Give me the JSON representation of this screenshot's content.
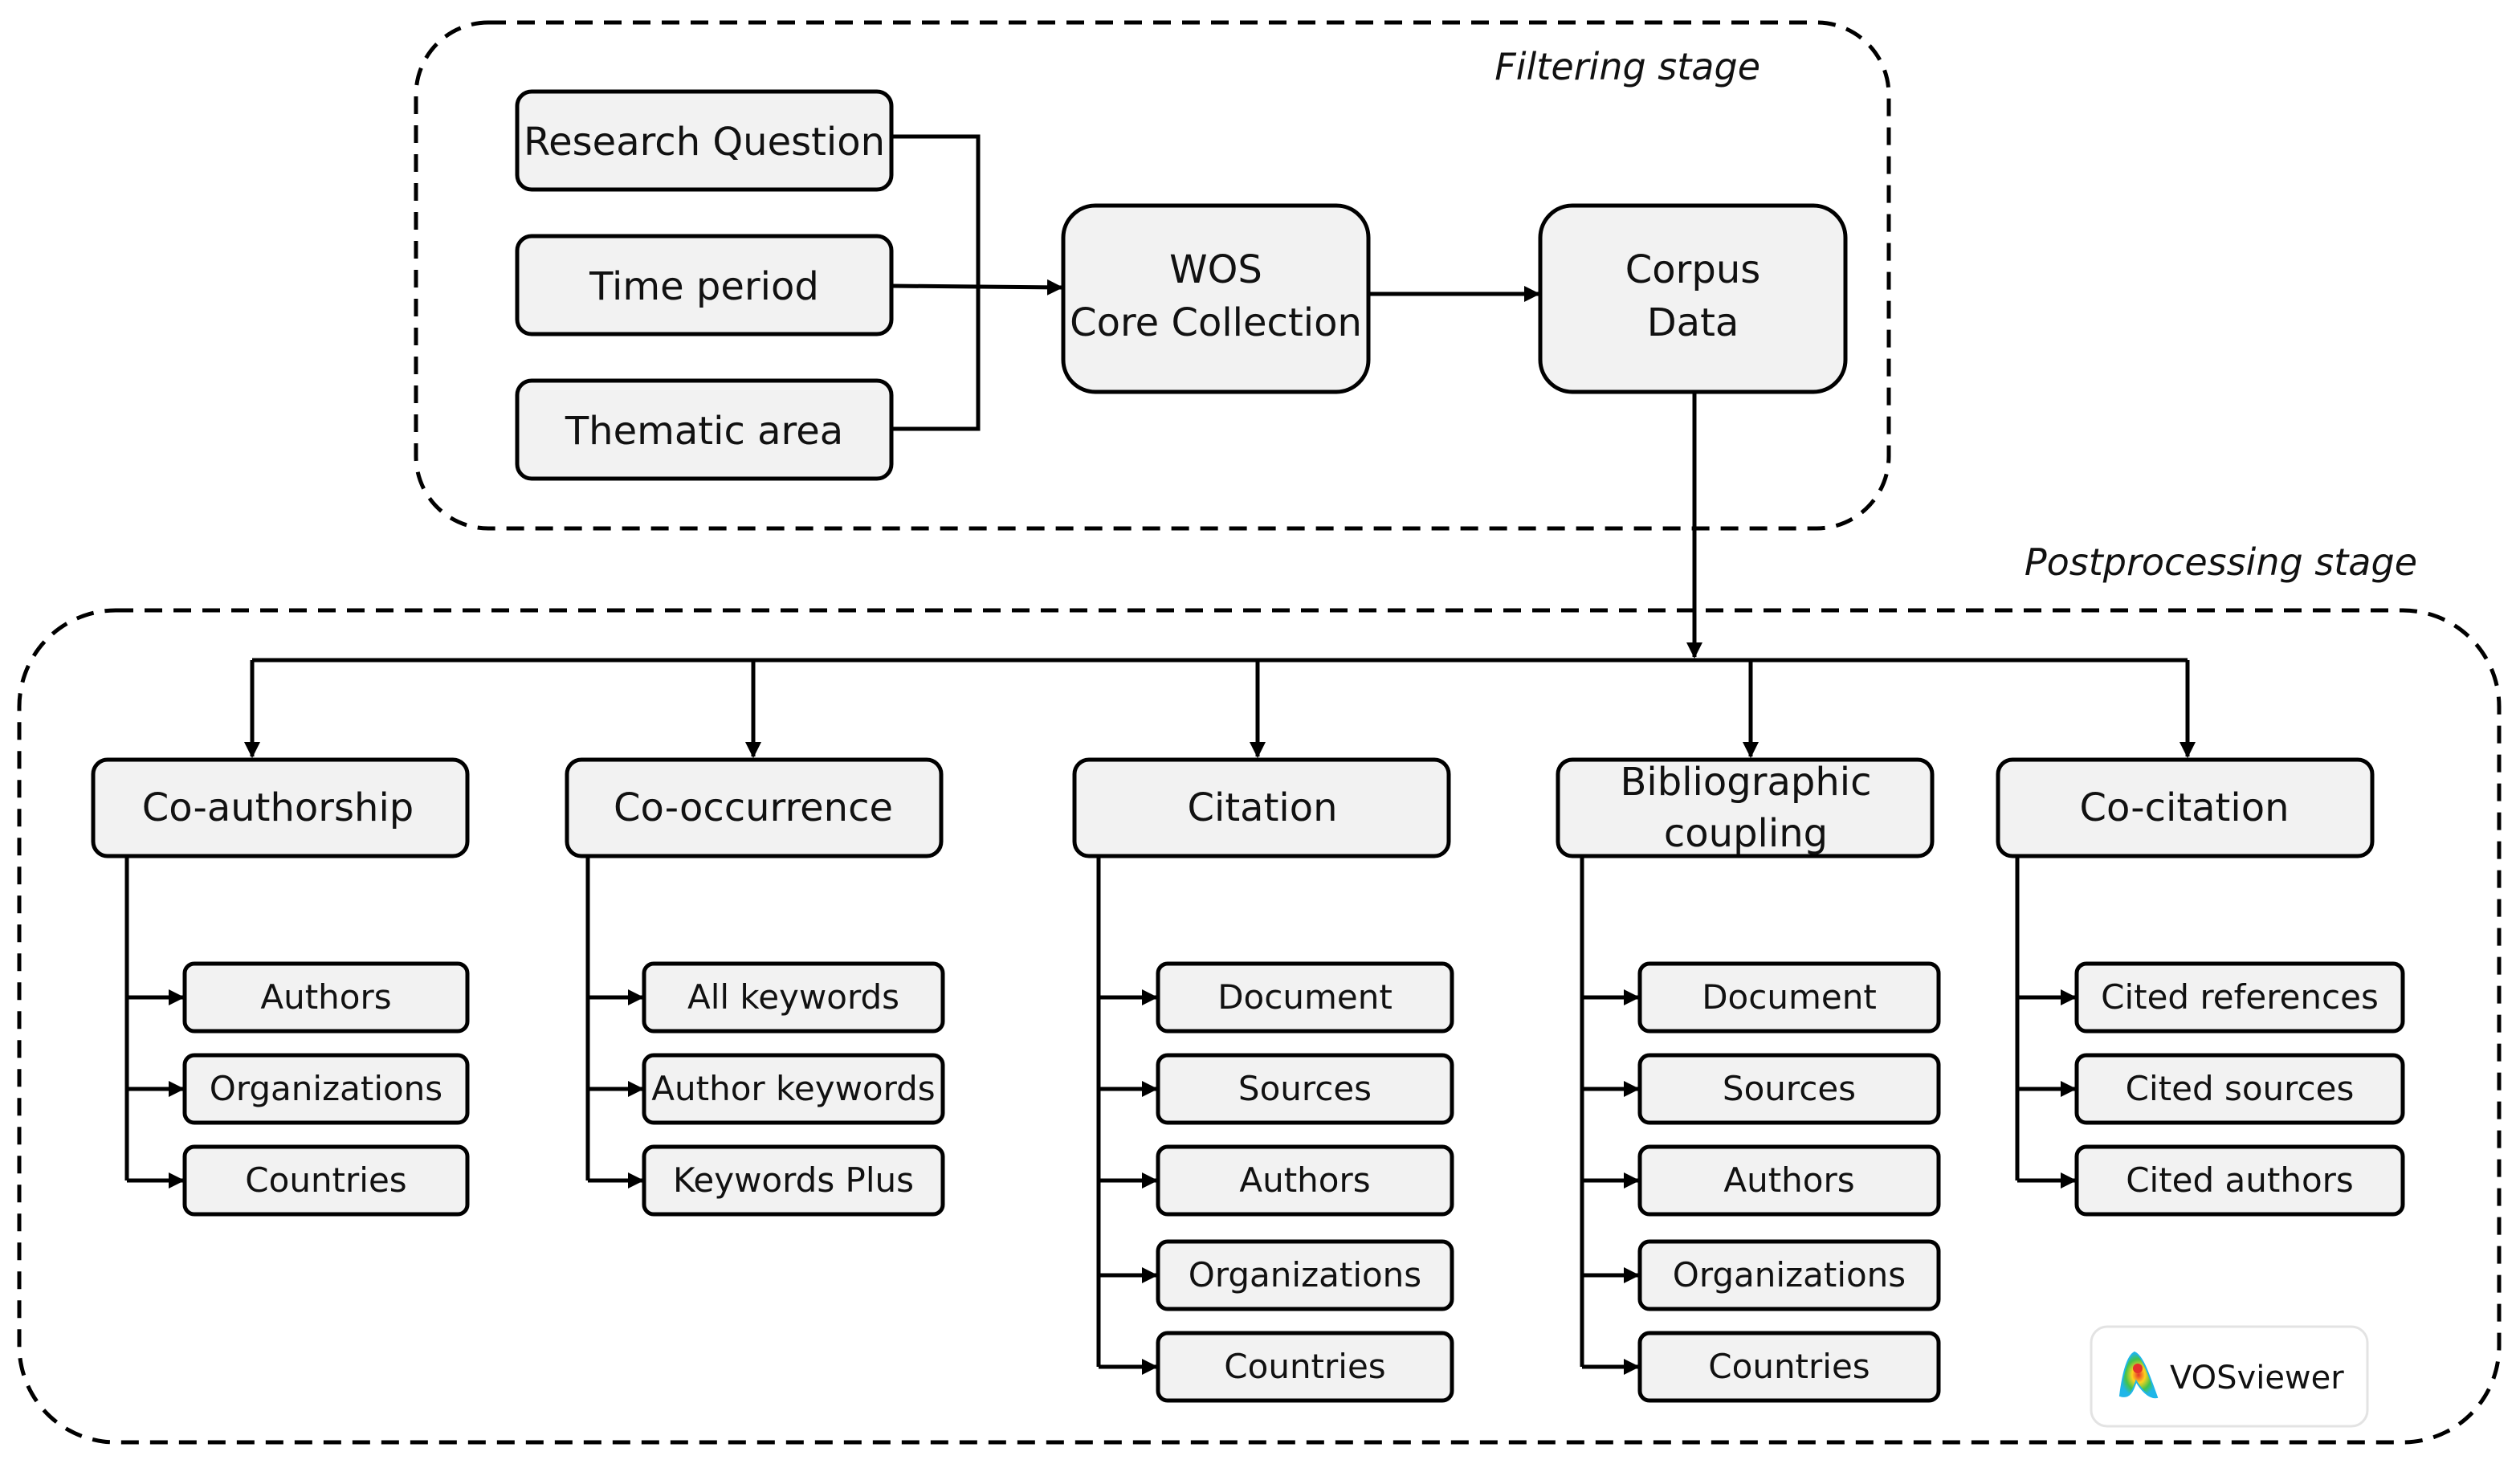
{
  "stages": {
    "filtering": "Filtering stage",
    "postprocessing": "Postprocessing stage"
  },
  "inputs": [
    "Research Question",
    "Time period",
    "Thematic area"
  ],
  "wos": [
    "WOS",
    "Core Collection"
  ],
  "corpus": [
    "Corpus",
    "Data"
  ],
  "analyses": [
    {
      "title": [
        "Co-authorship"
      ],
      "items": [
        "Authors",
        "Organizations",
        "Countries"
      ]
    },
    {
      "title": [
        "Co-occurrence"
      ],
      "items": [
        "All keywords",
        "Author keywords",
        "Keywords Plus"
      ]
    },
    {
      "title": [
        "Citation"
      ],
      "items": [
        "Document",
        "Sources",
        "Authors",
        "Organizations",
        "Countries"
      ]
    },
    {
      "title": [
        "Bibliographic",
        "coupling"
      ],
      "items": [
        "Document",
        "Sources",
        "Authors",
        "Organizations",
        "Countries"
      ]
    },
    {
      "title": [
        "Co-citation"
      ],
      "items": [
        "Cited references",
        "Cited sources",
        "Cited authors"
      ]
    }
  ],
  "logo": {
    "text": "VOSviewer",
    "icon": "vosviewer-logo-icon",
    "colors": [
      "#1fb6e8",
      "#42c34a",
      "#ffd21f",
      "#e5322b"
    ]
  },
  "colors": {
    "box_fill": "#f2f2f2",
    "line": "#000000"
  }
}
